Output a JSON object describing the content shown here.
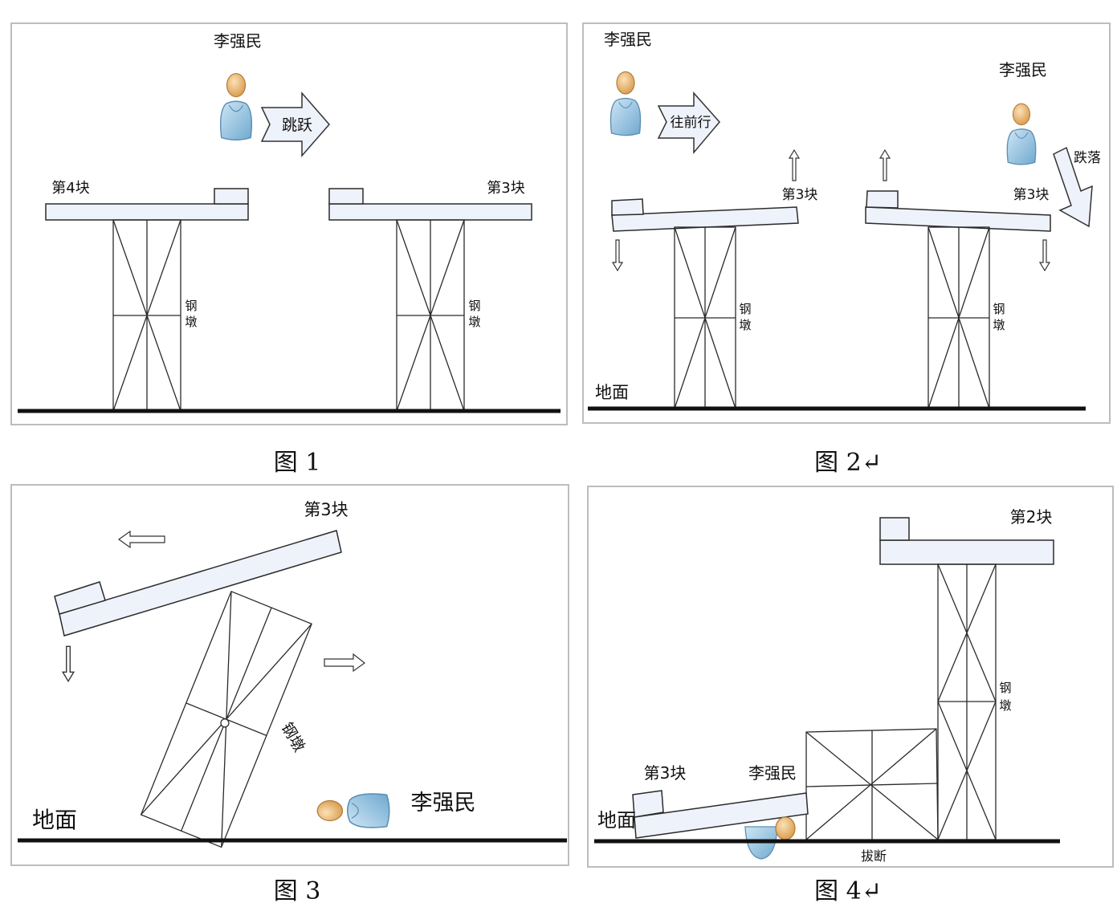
{
  "figures": [
    {
      "caption": "图 1",
      "labels": {
        "person": "李强民",
        "action": "跳跃",
        "left_block": "第4块",
        "right_block": "第3块",
        "pier_left": "钢墩",
        "pier_right": "钢墩"
      }
    },
    {
      "caption": "图 2↵",
      "labels": {
        "person_left": "李强民",
        "person_right": "李强民",
        "action": "往前行",
        "fall": "跌落",
        "left_block": "第3块",
        "right_block": "第3块",
        "pier_left": "钢墩",
        "pier_right": "钢墩",
        "ground": "地面"
      }
    },
    {
      "caption": "图 3",
      "labels": {
        "block": "第3块",
        "pier": "钢墩",
        "ground": "地面",
        "person": "李强民"
      }
    },
    {
      "caption": "图 4↵",
      "labels": {
        "block_top": "第2块",
        "block_bottom": "第3块",
        "person": "李强民",
        "pier": "钢墩",
        "ground": "地面",
        "under": "拔断"
      }
    }
  ]
}
